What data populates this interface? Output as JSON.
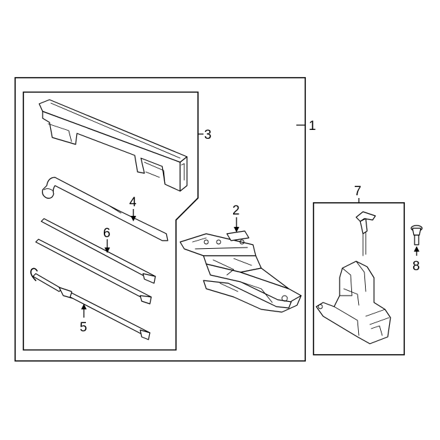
{
  "callouts": {
    "c1": "1",
    "c2": "2",
    "c3": "3",
    "c4": "4",
    "c5": "5",
    "c6": "6",
    "c7": "7",
    "c8": "8"
  },
  "parts": [
    {
      "callout": "1",
      "depiction": "outer-assembly-frame"
    },
    {
      "callout": "2",
      "depiction": "scissor-jack"
    },
    {
      "callout": "3",
      "depiction": "tool-storage-tray"
    },
    {
      "callout": "4",
      "depiction": "lug-wrench-handle"
    },
    {
      "callout": "5",
      "depiction": "hook-extension-rod"
    },
    {
      "callout": "6",
      "depiction": "extension-rod"
    },
    {
      "callout": "7",
      "depiction": "jack-holder-bracket-with-bolt"
    },
    {
      "callout": "8",
      "depiction": "flange-bolt"
    }
  ],
  "colors": {
    "line": "#000000",
    "background": "#ffffff"
  }
}
